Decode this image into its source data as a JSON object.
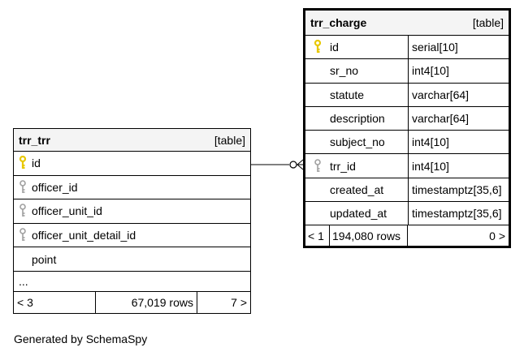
{
  "trr_trr": {
    "name": "trr_trr",
    "kind": "[table]",
    "columns": [
      {
        "name": "id",
        "key": "primary"
      },
      {
        "name": "officer_id",
        "key": "foreign"
      },
      {
        "name": "officer_unit_id",
        "key": "foreign"
      },
      {
        "name": "officer_unit_detail_id",
        "key": "foreign"
      },
      {
        "name": "point",
        "key": "none"
      }
    ],
    "more": "...",
    "footer": {
      "left": "< 3",
      "rows": "67,019 rows",
      "right": "7 >"
    }
  },
  "trr_charge": {
    "name": "trr_charge",
    "kind": "[table]",
    "columns": [
      {
        "name": "id",
        "type": "serial[10]",
        "key": "primary"
      },
      {
        "name": "sr_no",
        "type": "int4[10]",
        "key": "none"
      },
      {
        "name": "statute",
        "type": "varchar[64]",
        "key": "none"
      },
      {
        "name": "description",
        "type": "varchar[64]",
        "key": "none"
      },
      {
        "name": "subject_no",
        "type": "int4[10]",
        "key": "none"
      },
      {
        "name": "trr_id",
        "type": "int4[10]",
        "key": "foreign"
      },
      {
        "name": "created_at",
        "type": "timestamptz[35,6]",
        "key": "none"
      },
      {
        "name": "updated_at",
        "type": "timestamptz[35,6]",
        "key": "none"
      }
    ],
    "footer": {
      "left": "< 1",
      "rows": "194,080 rows",
      "right": "0 >"
    }
  },
  "footer_text": "Generated by SchemaSpy",
  "colors": {
    "primary_key": "#e8c800",
    "foreign_key": "#a0a0a0",
    "header_bg": "#f4f4f4"
  }
}
